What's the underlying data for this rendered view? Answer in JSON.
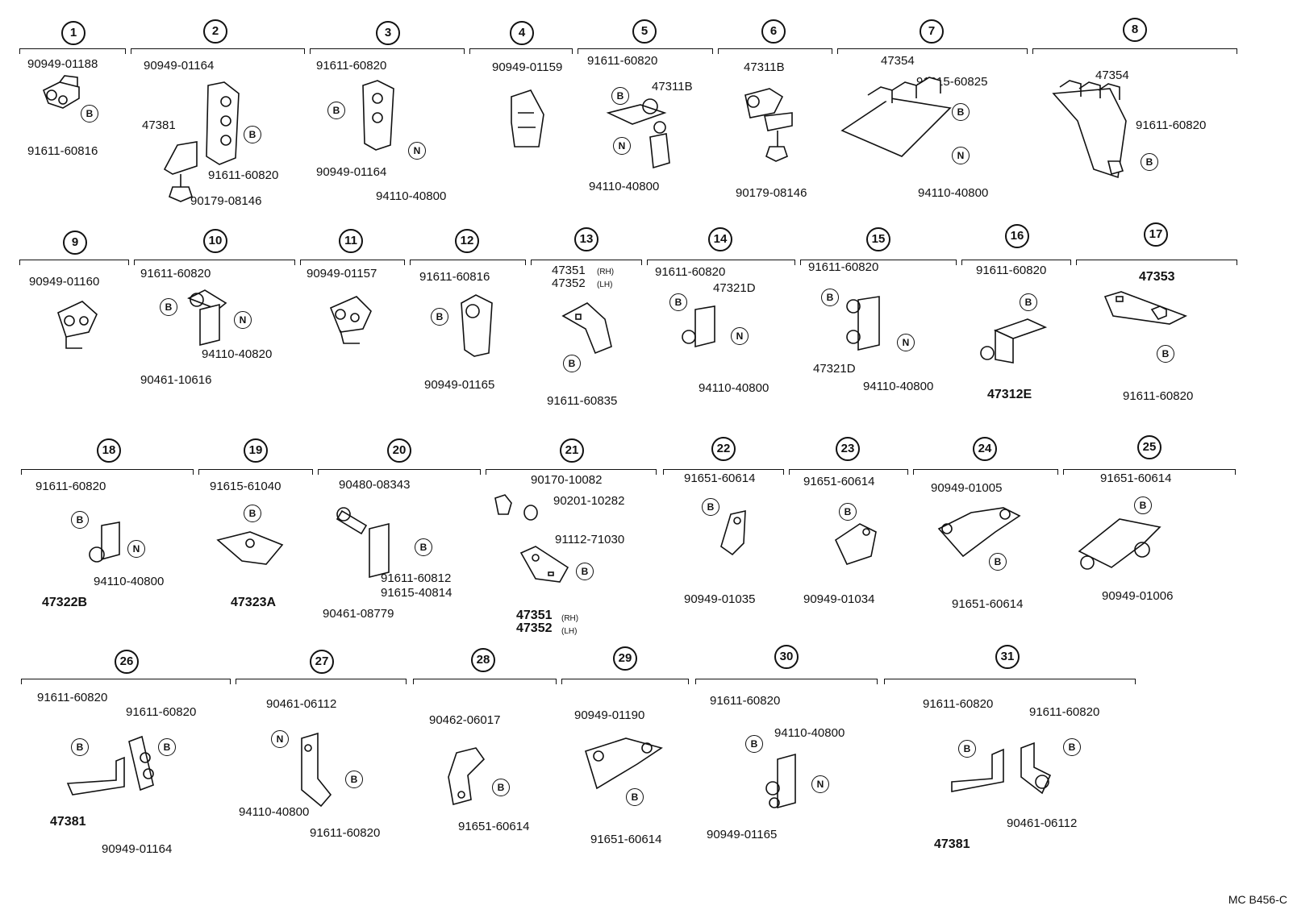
{
  "items": [
    {
      "no": "1",
      "parts": [
        "90949-01188",
        "91611-60816"
      ],
      "markers": [
        "B"
      ]
    },
    {
      "no": "2",
      "parts": [
        "90949-01164",
        "47381",
        "91611-60820",
        "90179-08146"
      ],
      "markers": [
        "B"
      ]
    },
    {
      "no": "3",
      "parts": [
        "91611-60820",
        "90949-01164",
        "94110-40800"
      ],
      "markers": [
        "B",
        "N"
      ]
    },
    {
      "no": "4",
      "parts": [
        "90949-01159"
      ],
      "markers": []
    },
    {
      "no": "5",
      "parts": [
        "91611-60820",
        "47311B",
        "94110-40800"
      ],
      "markers": [
        "B",
        "N"
      ]
    },
    {
      "no": "6",
      "parts": [
        "47311B",
        "90179-08146"
      ],
      "markers": []
    },
    {
      "no": "7",
      "parts": [
        "47354",
        "91615-60825",
        "94110-40800"
      ],
      "markers": [
        "B",
        "N"
      ]
    },
    {
      "no": "8",
      "parts": [
        "47354",
        "91611-60820"
      ],
      "markers": [
        "B"
      ]
    },
    {
      "no": "9",
      "parts": [
        "90949-01160"
      ],
      "markers": []
    },
    {
      "no": "10",
      "parts": [
        "91611-60820",
        "94110-40820",
        "90461-10616"
      ],
      "markers": [
        "B",
        "N"
      ]
    },
    {
      "no": "11",
      "parts": [
        "90949-01157"
      ],
      "markers": []
    },
    {
      "no": "12",
      "parts": [
        "91611-60816",
        "90949-01165"
      ],
      "markers": [
        "B"
      ]
    },
    {
      "no": "13",
      "parts": [
        "47351",
        "47352",
        "91611-60835"
      ],
      "sides": [
        "(RH)",
        "(LH)"
      ],
      "markers": [
        "B"
      ]
    },
    {
      "no": "14",
      "parts": [
        "91611-60820",
        "47321D",
        "94110-40800"
      ],
      "markers": [
        "B",
        "N"
      ]
    },
    {
      "no": "15",
      "parts": [
        "91611-60820",
        "47321D",
        "94110-40800"
      ],
      "markers": [
        "B",
        "N"
      ]
    },
    {
      "no": "16",
      "parts": [
        "91611-60820",
        "47312E"
      ],
      "markers": [
        "B"
      ]
    },
    {
      "no": "17",
      "parts": [
        "47353",
        "91611-60820"
      ],
      "markers": [
        "B"
      ]
    },
    {
      "no": "18",
      "parts": [
        "91611-60820",
        "94110-40800",
        "47322B"
      ],
      "markers": [
        "B",
        "N"
      ]
    },
    {
      "no": "19",
      "parts": [
        "91615-61040",
        "47323A"
      ],
      "markers": [
        "B"
      ]
    },
    {
      "no": "20",
      "parts": [
        "90480-08343",
        "91611-60812",
        "91615-40814",
        "90461-08779"
      ],
      "markers": [
        "B"
      ]
    },
    {
      "no": "21",
      "parts": [
        "90170-10082",
        "90201-10282",
        "91112-71030",
        "47351",
        "47352"
      ],
      "sides": [
        "(RH)",
        "(LH)"
      ],
      "markers": [
        "B"
      ]
    },
    {
      "no": "22",
      "parts": [
        "91651-60614",
        "90949-01035"
      ],
      "markers": [
        "B"
      ]
    },
    {
      "no": "23",
      "parts": [
        "91651-60614",
        "90949-01034"
      ],
      "markers": [
        "B"
      ]
    },
    {
      "no": "24",
      "parts": [
        "90949-01005",
        "91651-60614"
      ],
      "markers": [
        "B"
      ]
    },
    {
      "no": "25",
      "parts": [
        "91651-60614",
        "90949-01006"
      ],
      "markers": [
        "B"
      ]
    },
    {
      "no": "26",
      "parts": [
        "91611-60820",
        "91611-60820",
        "47381",
        "90949-01164"
      ],
      "markers": [
        "B",
        "B"
      ]
    },
    {
      "no": "27",
      "parts": [
        "90461-06112",
        "94110-40800",
        "91611-60820"
      ],
      "markers": [
        "N",
        "B"
      ]
    },
    {
      "no": "28",
      "parts": [
        "90462-06017",
        "91651-60614"
      ],
      "markers": [
        "B"
      ]
    },
    {
      "no": "29",
      "parts": [
        "90949-01190",
        "91651-60614"
      ],
      "markers": [
        "B"
      ]
    },
    {
      "no": "30",
      "parts": [
        "91611-60820",
        "94110-40800",
        "90949-01165"
      ],
      "markers": [
        "B",
        "N"
      ]
    },
    {
      "no": "31",
      "parts": [
        "91611-60820",
        "91611-60820",
        "47381",
        "90461-06112"
      ],
      "markers": [
        "B",
        "B"
      ]
    }
  ],
  "diagram_code": "MC B456-C"
}
